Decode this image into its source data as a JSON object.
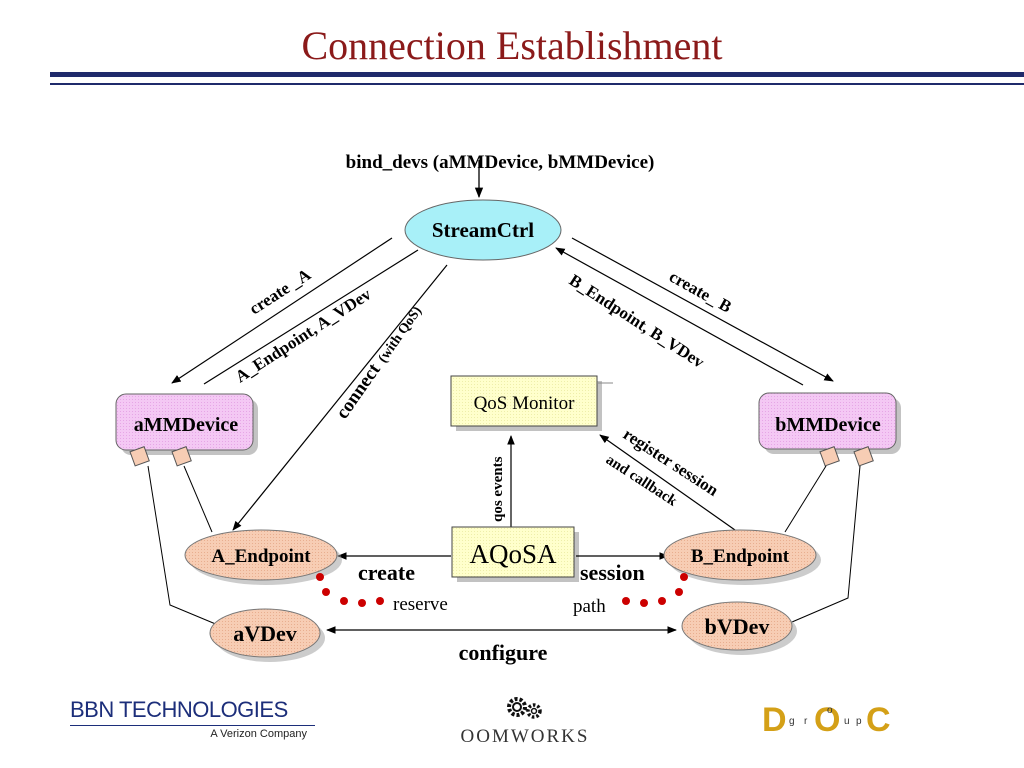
{
  "title": "Connection Establishment",
  "nodes": {
    "bind_devs": "bind_devs (aMMDevice, bMMDevice)",
    "stream_ctrl": "StreamCtrl",
    "a_mm_device": "aMMDevice",
    "b_mm_device": "bMMDevice",
    "qos_monitor": "QoS Monitor",
    "aqosa": "AQoSA",
    "a_endpoint": "A_Endpoint",
    "b_endpoint": "B_Endpoint",
    "a_vdev": "aVDev",
    "b_vdev": "bVDev"
  },
  "labels": {
    "create_a": "create _A",
    "a_endpoint_vdev": "A_Endpoint, A_VDev",
    "connect": "connect",
    "with_qos": "(with QoS)",
    "create_b": "create_ B",
    "b_endpoint_vdev": "B_Endpoint, B_VDev",
    "qos_events": "qos events",
    "register_session": "register session",
    "and_callback": "and callback",
    "create": "create",
    "session": "session",
    "reserve": "reserve",
    "path": "path",
    "configure": "configure"
  },
  "footer": {
    "bbn_name": "BBN TECHNOLOGIES",
    "bbn_sub": "A Verizon Company",
    "oomworks": "OOMWORKS",
    "doc_letters": [
      "D",
      "O",
      "C"
    ],
    "doc_small": [
      "g",
      "r",
      "o",
      "u",
      "p"
    ]
  },
  "colors": {
    "title": "#8b1a1a",
    "stream_ctrl_fill": "#a8f0f8",
    "device_fill": "#f4c8f4",
    "endpoint_fill": "#f7cdb4",
    "qos_monitor_fill": "#ffffcc",
    "aqosa_fill": "#ffffcc",
    "port_fill": "#f7cdb4",
    "dots": "#cc0000",
    "rule": "#1f2a6b",
    "doc_gold": "#d4a017"
  }
}
